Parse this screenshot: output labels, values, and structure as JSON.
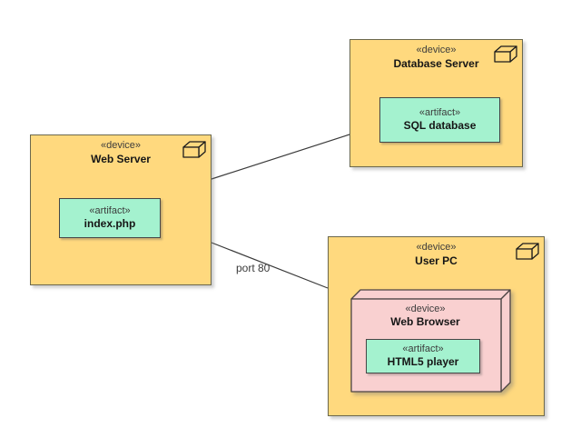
{
  "palette": {
    "canvas_bg": "#ffffff",
    "device_fill": "#FFD97E",
    "device_border": "#6B684D",
    "artifact_fill": "#A4F2CF",
    "artifact_border": "#464646",
    "browser_fill": "#F9D0D0",
    "browser_border": "#4C4444",
    "edge": "#3a3a3a"
  },
  "nodes": {
    "web_server": {
      "stereotype": "«device»",
      "name": "Web Server",
      "icon": "uml-node-cube-icon",
      "artifact": {
        "stereotype": "«artifact»",
        "name": "index.php"
      }
    },
    "database_server": {
      "stereotype": "«device»",
      "name": "Database Server",
      "icon": "uml-node-cube-icon",
      "artifact": {
        "stereotype": "«artifact»",
        "name": "SQL database"
      }
    },
    "user_pc": {
      "stereotype": "«device»",
      "name": "User PC",
      "icon": "uml-node-cube-icon",
      "browser": {
        "stereotype": "«device»",
        "name": "Web Browser",
        "artifact": {
          "stereotype": "«artifact»",
          "name": "HTML5 player"
        }
      }
    }
  },
  "edges": {
    "web_to_db": {
      "from": "web_server",
      "to": "database_server"
    },
    "web_to_userpc": {
      "from": "web_server",
      "to": "user_pc",
      "label": "port 80"
    }
  }
}
